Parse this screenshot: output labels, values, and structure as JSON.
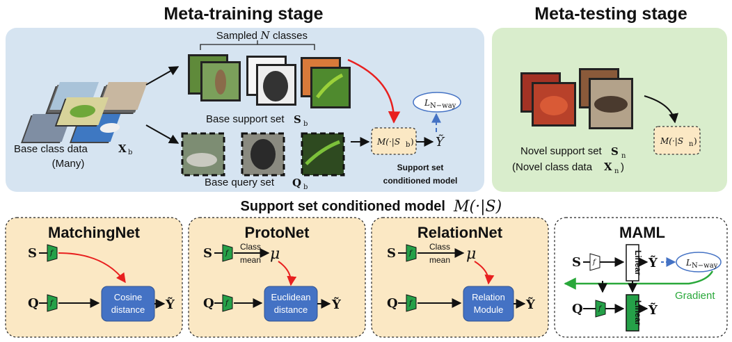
{
  "titles": {
    "meta_training": "Meta-training stage",
    "meta_testing": "Meta-testing stage",
    "conditioned_model": "Support set conditioned model"
  },
  "training": {
    "sampled": "Sampled",
    "sampled_n": "N",
    "sampled_suffix": "classes",
    "base_class": "Base class data",
    "base_class_sym": "X",
    "base_class_sub": "b",
    "many": "(Many)",
    "support_set": "Base support set",
    "support_sym": "S",
    "support_sub": "b",
    "query_set": "Base query set",
    "query_sym": "Q",
    "query_sub": "b",
    "model_label": "M(·|S",
    "model_sub": "b",
    "model_close": ")",
    "loss": "L",
    "loss_sub": "N−way",
    "yhat": "Ỹ",
    "conditioned_line1": "Support set",
    "conditioned_line2": "conditioned model"
  },
  "testing": {
    "novel_support": "Novel support set",
    "novel_sym": "S",
    "novel_sub": "n",
    "novel_data": "(Novel class data",
    "novel_data_sym": "X",
    "novel_data_sub": "n",
    "novel_close": ")",
    "model_label": "M(·|S",
    "model_sub": "n",
    "model_close": ")"
  },
  "model_formula": "M(·|S)",
  "cards": {
    "matching": {
      "title": "MatchingNet",
      "s": "S",
      "q": "Q",
      "f": "f",
      "f_sub": "θ",
      "box": [
        "Cosine",
        "distance"
      ],
      "y": "Ỹ"
    },
    "proto": {
      "title": "ProtoNet",
      "s": "S",
      "q": "Q",
      "f": "f",
      "f_sub": "θ",
      "class_mean": [
        "Class",
        "mean"
      ],
      "mu": "μ",
      "box": [
        "Euclidean",
        "distance"
      ],
      "y": "Ỹ"
    },
    "relation": {
      "title": "RelationNet",
      "s": "S",
      "q": "Q",
      "f": "f",
      "f_sub": "θ",
      "class_mean": [
        "Class",
        "mean"
      ],
      "mu": "μ",
      "box": [
        "Relation",
        "Module"
      ],
      "y": "Ỹ"
    },
    "maml": {
      "title": "MAML",
      "s": "S",
      "q": "Q",
      "f": "f",
      "f_sub": "θ",
      "linear": "Linear",
      "y": "Ỹ",
      "loss": "L",
      "loss_sub": "N−way",
      "gradient": "Gradient"
    }
  },
  "colors": {
    "training_bg": "#d6e4f1",
    "testing_bg": "#d9edcc",
    "card_bg": "#fbe8c4",
    "encoder_green": "#25a048",
    "box_blue": "#4472c4",
    "red_arrow": "#e8201f",
    "gradient_green": "#29a83a",
    "dashed_blue": "#4472c4"
  }
}
